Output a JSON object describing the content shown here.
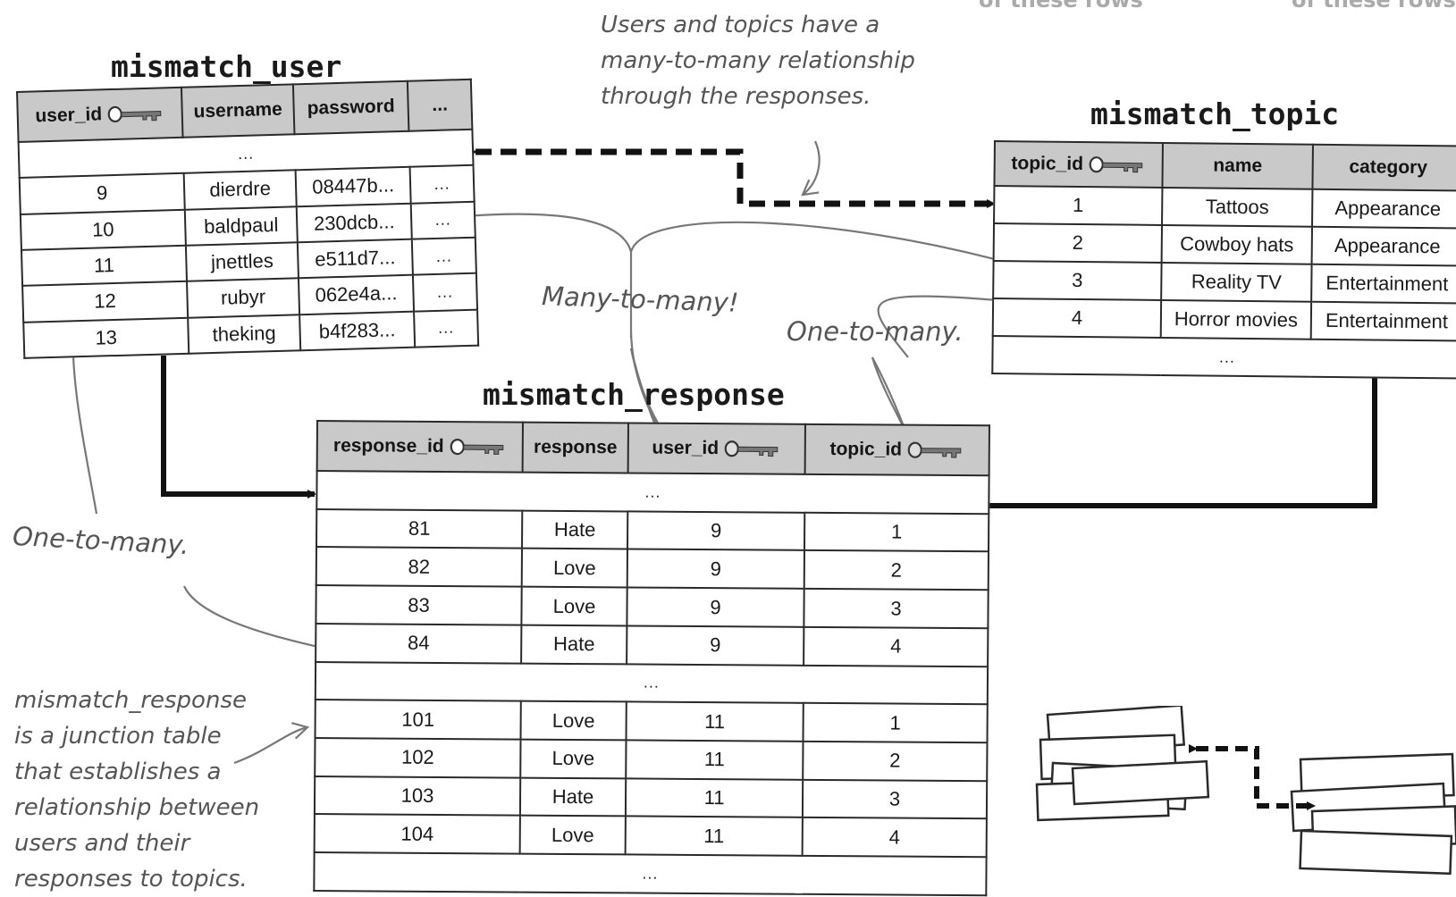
{
  "top_fragments": [
    "of these rows",
    "of these rows"
  ],
  "notes": {
    "users_topics": [
      "Users and topics have a",
      "many-to-many relationship",
      "through the responses."
    ],
    "many_to_many": "Many-to-many!",
    "one_to_many_topic": "One-to-many.",
    "one_to_many_user": "One-to-many.",
    "junction": [
      "mismatch_response",
      "is a junction table",
      "that establishes a",
      "relationship between",
      "users and their",
      "responses to topics."
    ]
  },
  "user_table": {
    "title": "mismatch_user",
    "columns": [
      "user_id",
      "username",
      "password",
      "..."
    ],
    "key_icons": [
      "primary-key-icon",
      null,
      null,
      null
    ],
    "rows": [
      [
        "",
        "...",
        "",
        ""
      ],
      [
        "9",
        "dierdre",
        "08447b...",
        "..."
      ],
      [
        "10",
        "baldpaul",
        "230dcb...",
        "..."
      ],
      [
        "11",
        "jnettles",
        "e511d7...",
        "..."
      ],
      [
        "12",
        "rubyr",
        "062e4a...",
        "..."
      ],
      [
        "13",
        "theking",
        "b4f283...",
        "..."
      ]
    ]
  },
  "topic_table": {
    "title": "mismatch_topic",
    "columns": [
      "topic_id",
      "name",
      "category"
    ],
    "key_icons": [
      "primary-key-icon",
      null,
      null
    ],
    "rows": [
      [
        "1",
        "Tattoos",
        "Appearance"
      ],
      [
        "2",
        "Cowboy hats",
        "Appearance"
      ],
      [
        "3",
        "Reality TV",
        "Entertainment"
      ],
      [
        "4",
        "Horror movies",
        "Entertainment"
      ],
      [
        "",
        "...",
        ""
      ]
    ]
  },
  "response_table": {
    "title": "mismatch_response",
    "columns": [
      "response_id",
      "response",
      "user_id",
      "topic_id"
    ],
    "key_icons": [
      "primary-key-icon",
      null,
      "foreign-key-icon",
      "foreign-key-icon"
    ],
    "rows": [
      [
        "",
        "...",
        "",
        ""
      ],
      [
        "81",
        "Hate",
        "9",
        "1"
      ],
      [
        "82",
        "Love",
        "9",
        "2"
      ],
      [
        "83",
        "Love",
        "9",
        "3"
      ],
      [
        "84",
        "Hate",
        "9",
        "4"
      ],
      [
        "",
        "...",
        "",
        ""
      ],
      [
        "101",
        "Love",
        "11",
        "1"
      ],
      [
        "102",
        "Love",
        "11",
        "2"
      ],
      [
        "103",
        "Hate",
        "11",
        "3"
      ],
      [
        "104",
        "Love",
        "11",
        "4"
      ],
      [
        "",
        "...",
        "",
        ""
      ]
    ]
  },
  "colors": {
    "ink": "#1a1a1a",
    "header_bg": "#c9c9c9",
    "annotation": "#555555",
    "arrow": "#777777"
  }
}
